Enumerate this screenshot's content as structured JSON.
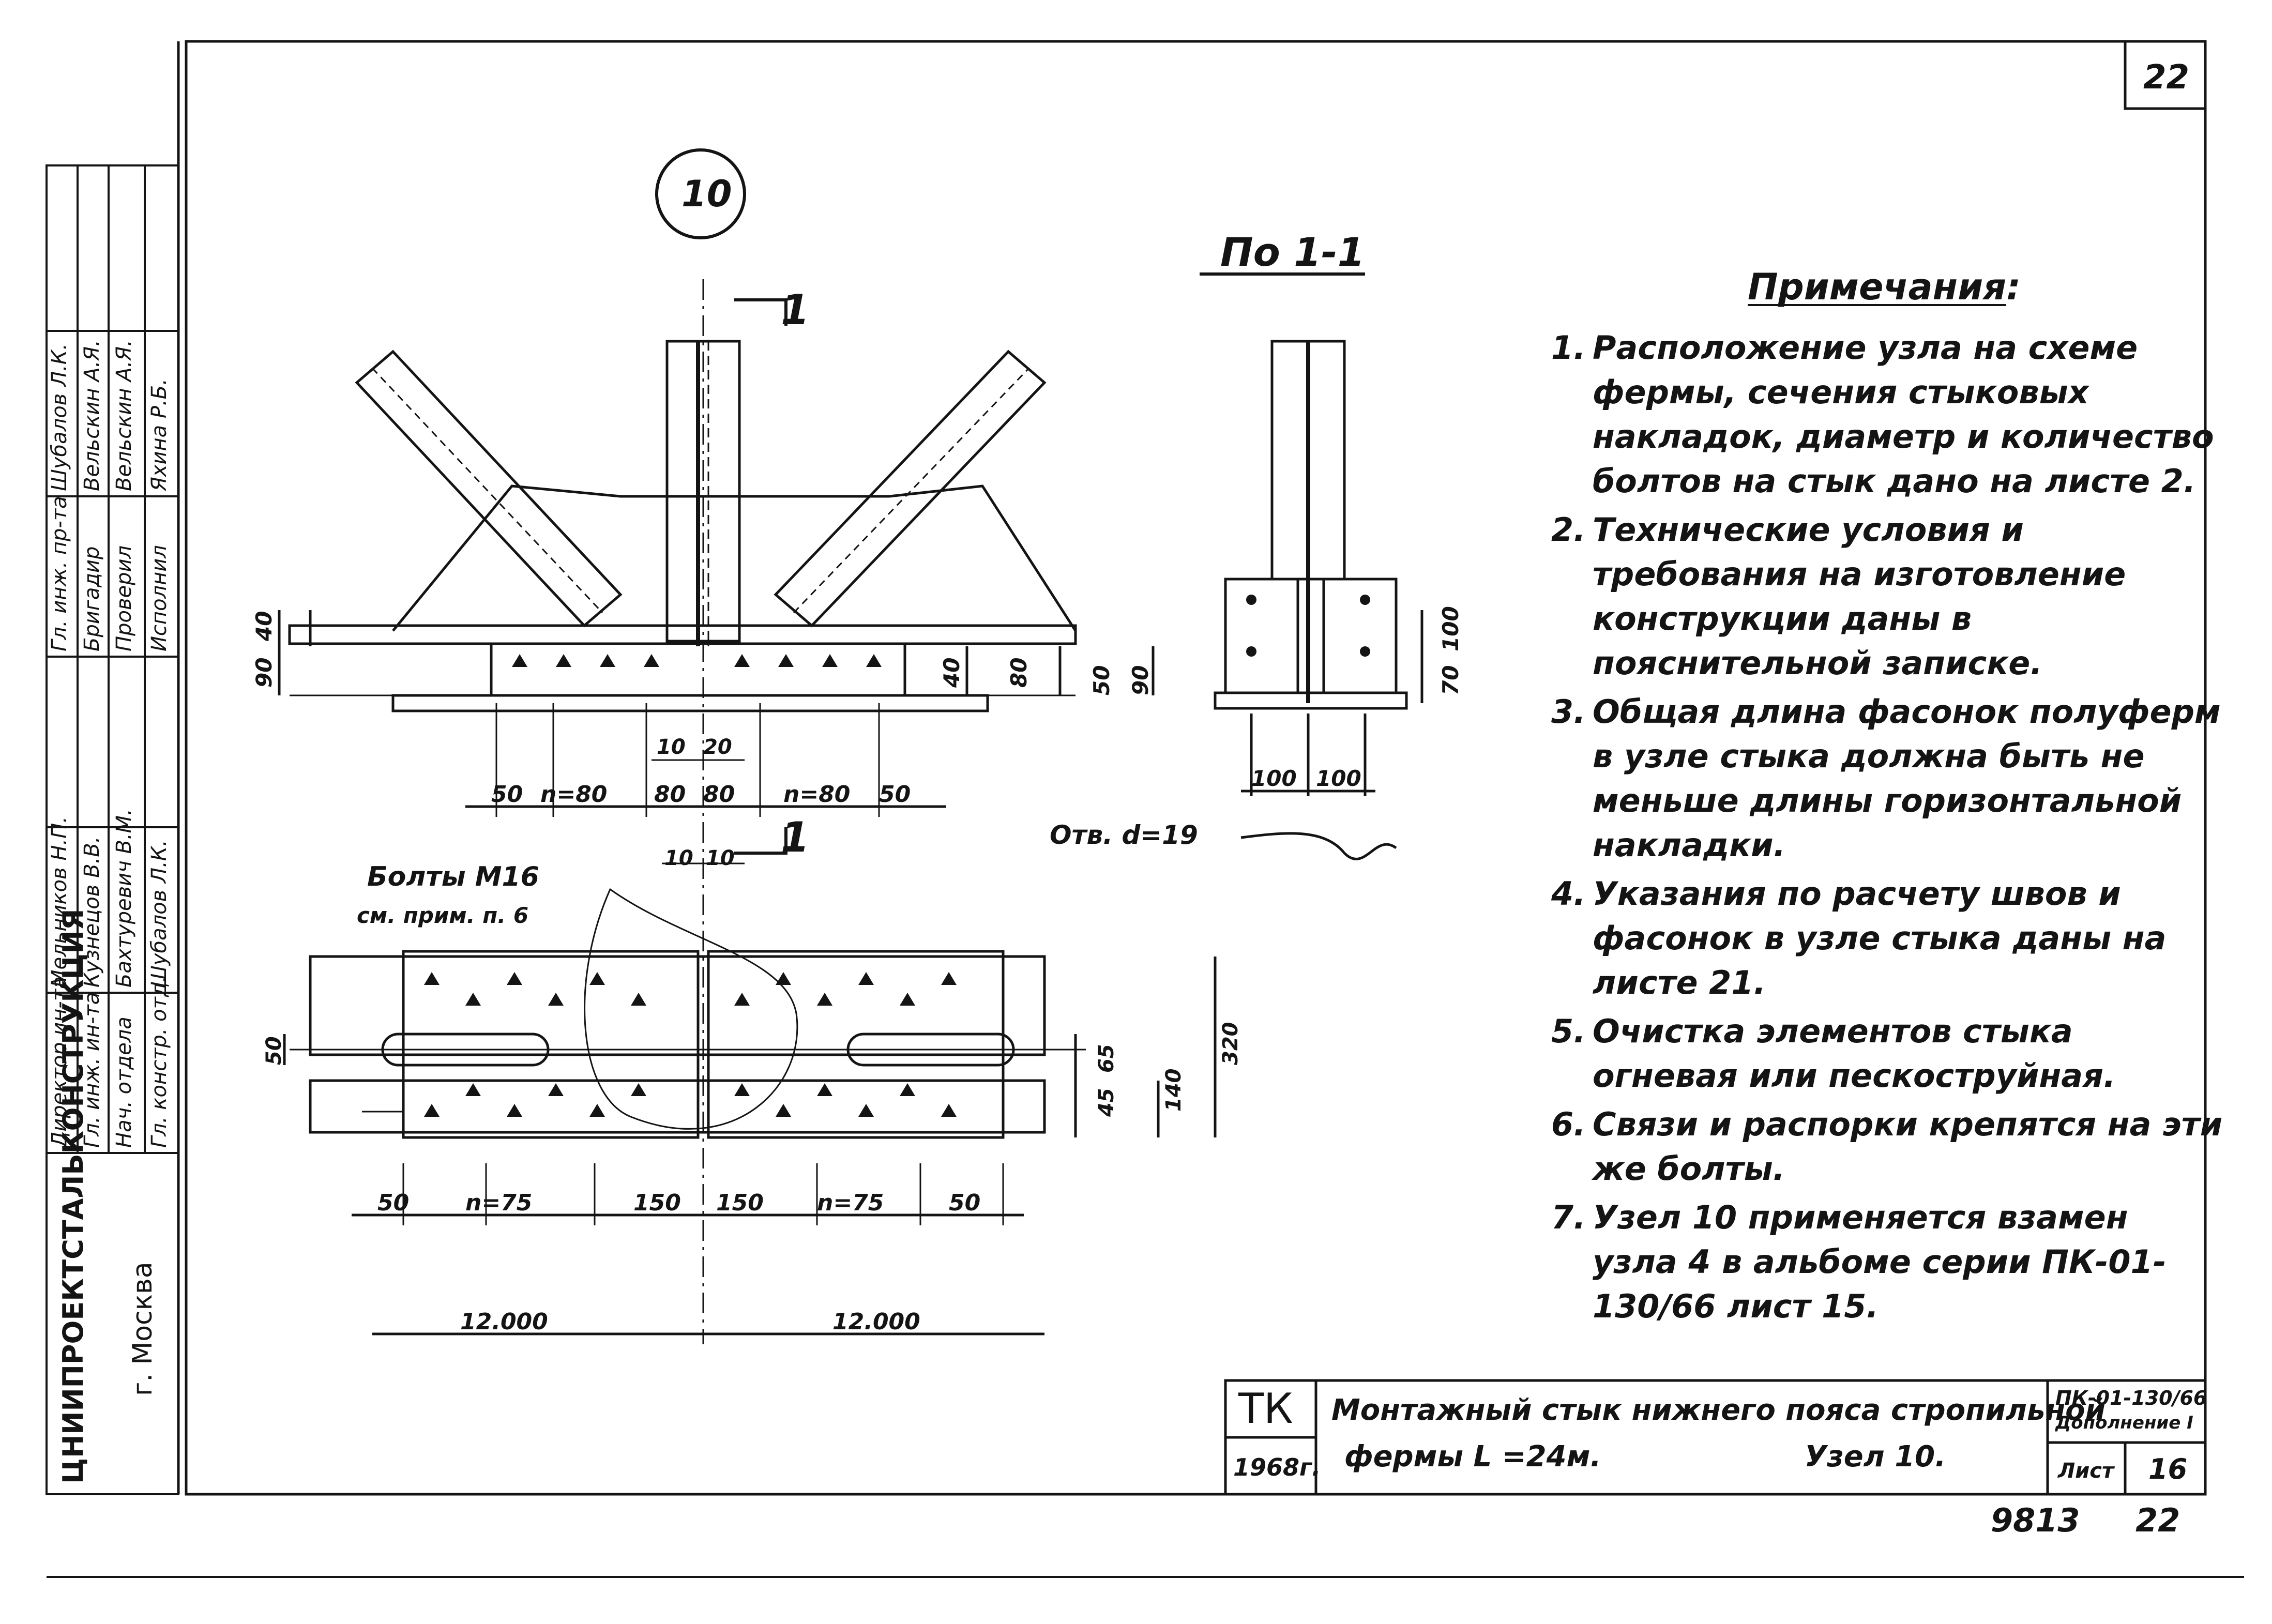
{
  "sheet": {
    "corner_number": "22",
    "node_number": "10",
    "bottom_number": "9813",
    "bottom_right_number": "22"
  },
  "drawing": {
    "section_title": "По 1-1",
    "section_marker_top": "1",
    "section_marker_bottom": "1",
    "bolts_label": "Болты М16",
    "bolts_ref": "см. прим. п. 6",
    "hole_label": "Отв. d=19",
    "top_dims": {
      "v90": "90",
      "v40": "40",
      "v40b": "40",
      "v80": "80",
      "v50": "50",
      "v90b": "90",
      "h10": "10",
      "h20": "20",
      "row": [
        "50",
        "n=80",
        "80",
        "80",
        "n=80",
        "50"
      ]
    },
    "section_dims": {
      "v100": "100",
      "v70": "70",
      "h100a": "100",
      "h100b": "100"
    },
    "plan_dims": {
      "top10a": "10",
      "top10b": "10",
      "v50": "50",
      "v45": "45",
      "v65": "65",
      "v140": "140",
      "v320": "320",
      "row": [
        "50",
        "n=75",
        "150",
        "150",
        "n=75",
        "50"
      ],
      "span_left": "12.000",
      "span_right": "12.000"
    }
  },
  "notes": {
    "heading": "Примечания:",
    "items": [
      {
        "num": "1.",
        "text": "Расположение узла на схеме фермы, сечения стыковых накладок, диаметр и количество болтов на стык дано на листе 2."
      },
      {
        "num": "2.",
        "text": "Технические условия и требования на изготовление конструкции даны в пояснительной записке."
      },
      {
        "num": "3.",
        "text": "Общая длина фасонок полуферм в узле стыка должна быть не меньше длины горизонтальной накладки."
      },
      {
        "num": "4.",
        "text": "Указания по расчету швов и фасонок в узле стыка даны на листе 21."
      },
      {
        "num": "5.",
        "text": "Очистка элементов стыка огневая или пескоструйная."
      },
      {
        "num": "6.",
        "text": "Связи и распорки крепятся на эти же болты."
      },
      {
        "num": "7.",
        "text": "Узел 10 применяется взамен узла 4 в альбоме серии ПК-01-130/66 лист 15."
      }
    ]
  },
  "title_block": {
    "code": "ТК",
    "year": "1968г.",
    "title_line1": "Монтажный стык нижнего пояса стропильной",
    "title_line2": "фермы L =24м.",
    "node": "Узел 10.",
    "series": "ПК-01-130/66",
    "supplement": "Дополнение I",
    "sheet_label": "Лист",
    "sheet_no": "16"
  },
  "side_stamp": {
    "org": "ЦНИИПРОЕКТСТАЛЬКОНСТРУКЦИЯ",
    "city": "г. Москва",
    "rows": [
      {
        "role": "Директор ин-та",
        "name": "Мельников Н.П."
      },
      {
        "role": "Гл. инж. ин-та",
        "name": "Кузнецов В.В."
      },
      {
        "role": "Нач. отдела",
        "name": "Бахтуревич В.М."
      },
      {
        "role": "Гл. констр. отд.",
        "name": "Шубалов Л.К."
      },
      {
        "role": "Гл. инж. пр-та",
        "name": "Шубалов Л.К."
      },
      {
        "role": "Бригадир",
        "name": "Вельскин А.Я."
      },
      {
        "role": "Проверил",
        "name": "Вельскин А.Я."
      },
      {
        "role": "Исполнил",
        "name": "Яхина Р.Б."
      }
    ]
  }
}
